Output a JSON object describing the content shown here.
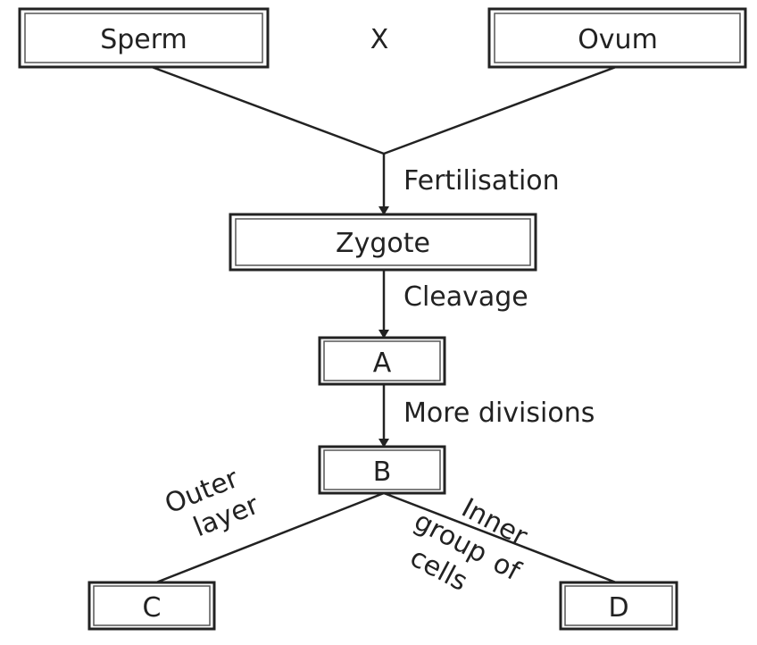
{
  "diagram": {
    "nodes": {
      "sperm": "Sperm",
      "cross": "X",
      "ovum": "Ovum",
      "zygote": "Zygote",
      "a": "A",
      "b": "B",
      "c": "C",
      "d": "D"
    },
    "edges": {
      "fertilisation": "Fertilisation",
      "cleavage": "Cleavage",
      "more_divisions": "More divisions",
      "outer_layer": [
        "Outer",
        "layer"
      ],
      "inner_group": [
        "Inner",
        "group",
        "of",
        "cells"
      ]
    }
  }
}
